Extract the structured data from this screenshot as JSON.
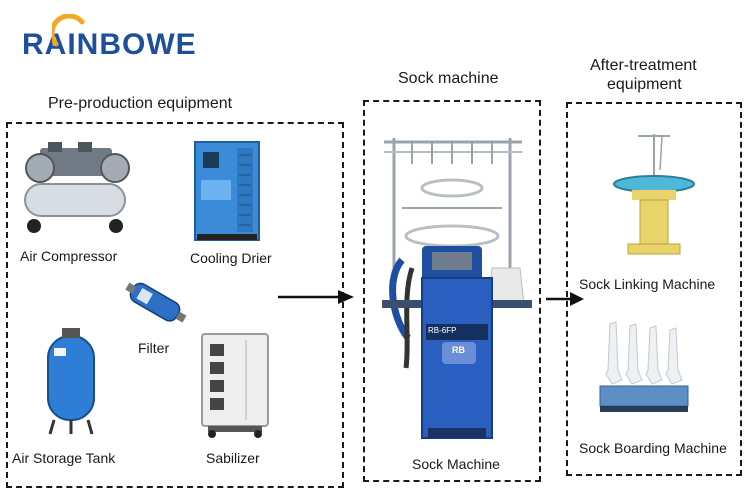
{
  "brand": {
    "name": "RAINBOWE",
    "accent": "#f5a623",
    "color": "#1d4f9c"
  },
  "sections": {
    "pre": {
      "title": "Pre-production equipment",
      "items": {
        "compressor": "Air Compressor",
        "drier": "Cooling Drier",
        "filter": "Filter",
        "tank": "Air Storage Tank",
        "stabilizer": "Sabilizer"
      }
    },
    "sock": {
      "title": "Sock machine",
      "items": {
        "machine": "Sock Machine"
      },
      "panel_text": "RB-6FP",
      "badge_text": "RB"
    },
    "after": {
      "title_line1": "After-treatment",
      "title_line2": "equipment",
      "items": {
        "linking": "Sock Linking Machine",
        "boarding": "Sock Boarding Machine"
      }
    }
  }
}
